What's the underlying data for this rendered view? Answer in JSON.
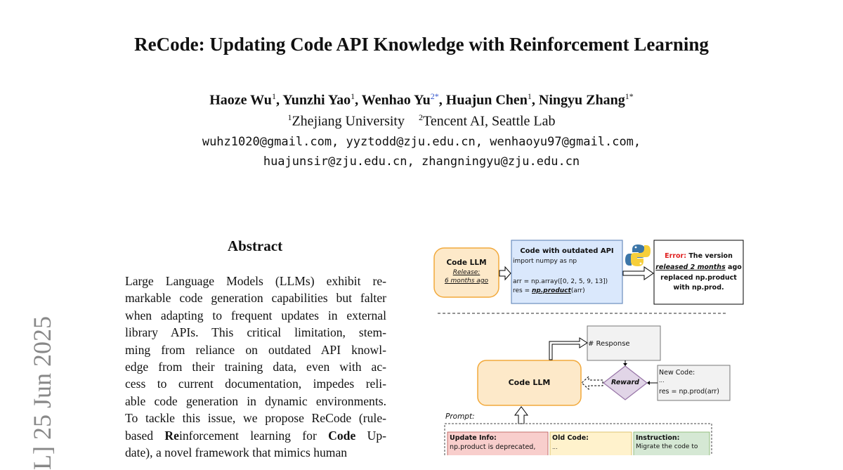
{
  "paper": {
    "title": "ReCode: Updating Code API Knowledge with Reinforcement Learning",
    "authors": [
      {
        "name": "Haoze Wu",
        "mark": "1"
      },
      {
        "name": "Yunzhi Yao",
        "mark": "1"
      },
      {
        "name": "Wenhao Yu",
        "mark": "2*"
      },
      {
        "name": "Huajun Chen",
        "mark": "1"
      },
      {
        "name": "Ningyu Zhang",
        "mark": "1*"
      }
    ],
    "affiliations": [
      {
        "mark": "1",
        "name": "Zhejiang University"
      },
      {
        "mark": "2",
        "name": "Tencent AI, Seattle Lab"
      }
    ],
    "emails_line1": "wuhz1020@gmail.com, yyztodd@zju.edu.cn, wenhaoyu97@gmail.com,",
    "emails_line2": "huajunsir@zju.edu.cn, zhangningyu@zju.edu.cn",
    "arxiv_stamp": "L]  25 Jun 2025"
  },
  "abstract": {
    "heading": "Abstract",
    "lines": [
      "Large Language Models (LLMs) exhibit re-",
      "markable code generation capabilities but falter",
      "when adapting to frequent updates in external",
      "library APIs.  This critical limitation, stem-",
      "ming from reliance on outdated API knowl-",
      "edge from their training data, even with ac-",
      "cess to current documentation, impedes reli-",
      "able code generation in dynamic environments.",
      "To tackle this issue, we propose ReCode (rule-",
      "based Reinforcement learning for Code Up-",
      "date), a novel framework that mimics human"
    ]
  },
  "figure": {
    "code_llm_top": {
      "title": "Code LLM",
      "release": "Release:",
      "ago": "6 months ago"
    },
    "outdated_box": {
      "title": "Code with outdated API",
      "line1": "import numpy as np",
      "line2": "arr = np.array([0, 2, 5, 9, 13])",
      "line3_prefix": "res = ",
      "line3_api": "np.product",
      "line3_suffix": "(arr)"
    },
    "error_box": {
      "label": "Error:",
      "l1": "The version",
      "l2_em": "released 2 months",
      "l2_rest": " ago",
      "l3": "replaced np.product",
      "l4": "with np.prod."
    },
    "response_box": "# Response",
    "code_llm_mid": "Code LLM",
    "reward": "Reward",
    "new_code": {
      "title": "New Code:",
      "dots": "...",
      "line": "res = np.prod(arr)"
    },
    "prompt_label": "Prompt:",
    "update_info": {
      "title": "Update Info:",
      "text": "np.product is deprecated,"
    },
    "old_code": {
      "title": "Old Code:",
      "text": "..."
    },
    "instruction": {
      "title": "Instruction:",
      "text": "Migrate the code to"
    },
    "colors": {
      "orange_fill": "#fde9c9",
      "orange_stroke": "#f2a93b",
      "blue_fill": "#dae8fc",
      "blue_stroke": "#6c8ebf",
      "purple_fill": "#e1d5e7",
      "purple_stroke": "#9673a6",
      "red_fill": "#f8cecc",
      "yellow_fill": "#fff2cc",
      "green_fill": "#d5e8d4",
      "error_red": "#e02020"
    }
  }
}
